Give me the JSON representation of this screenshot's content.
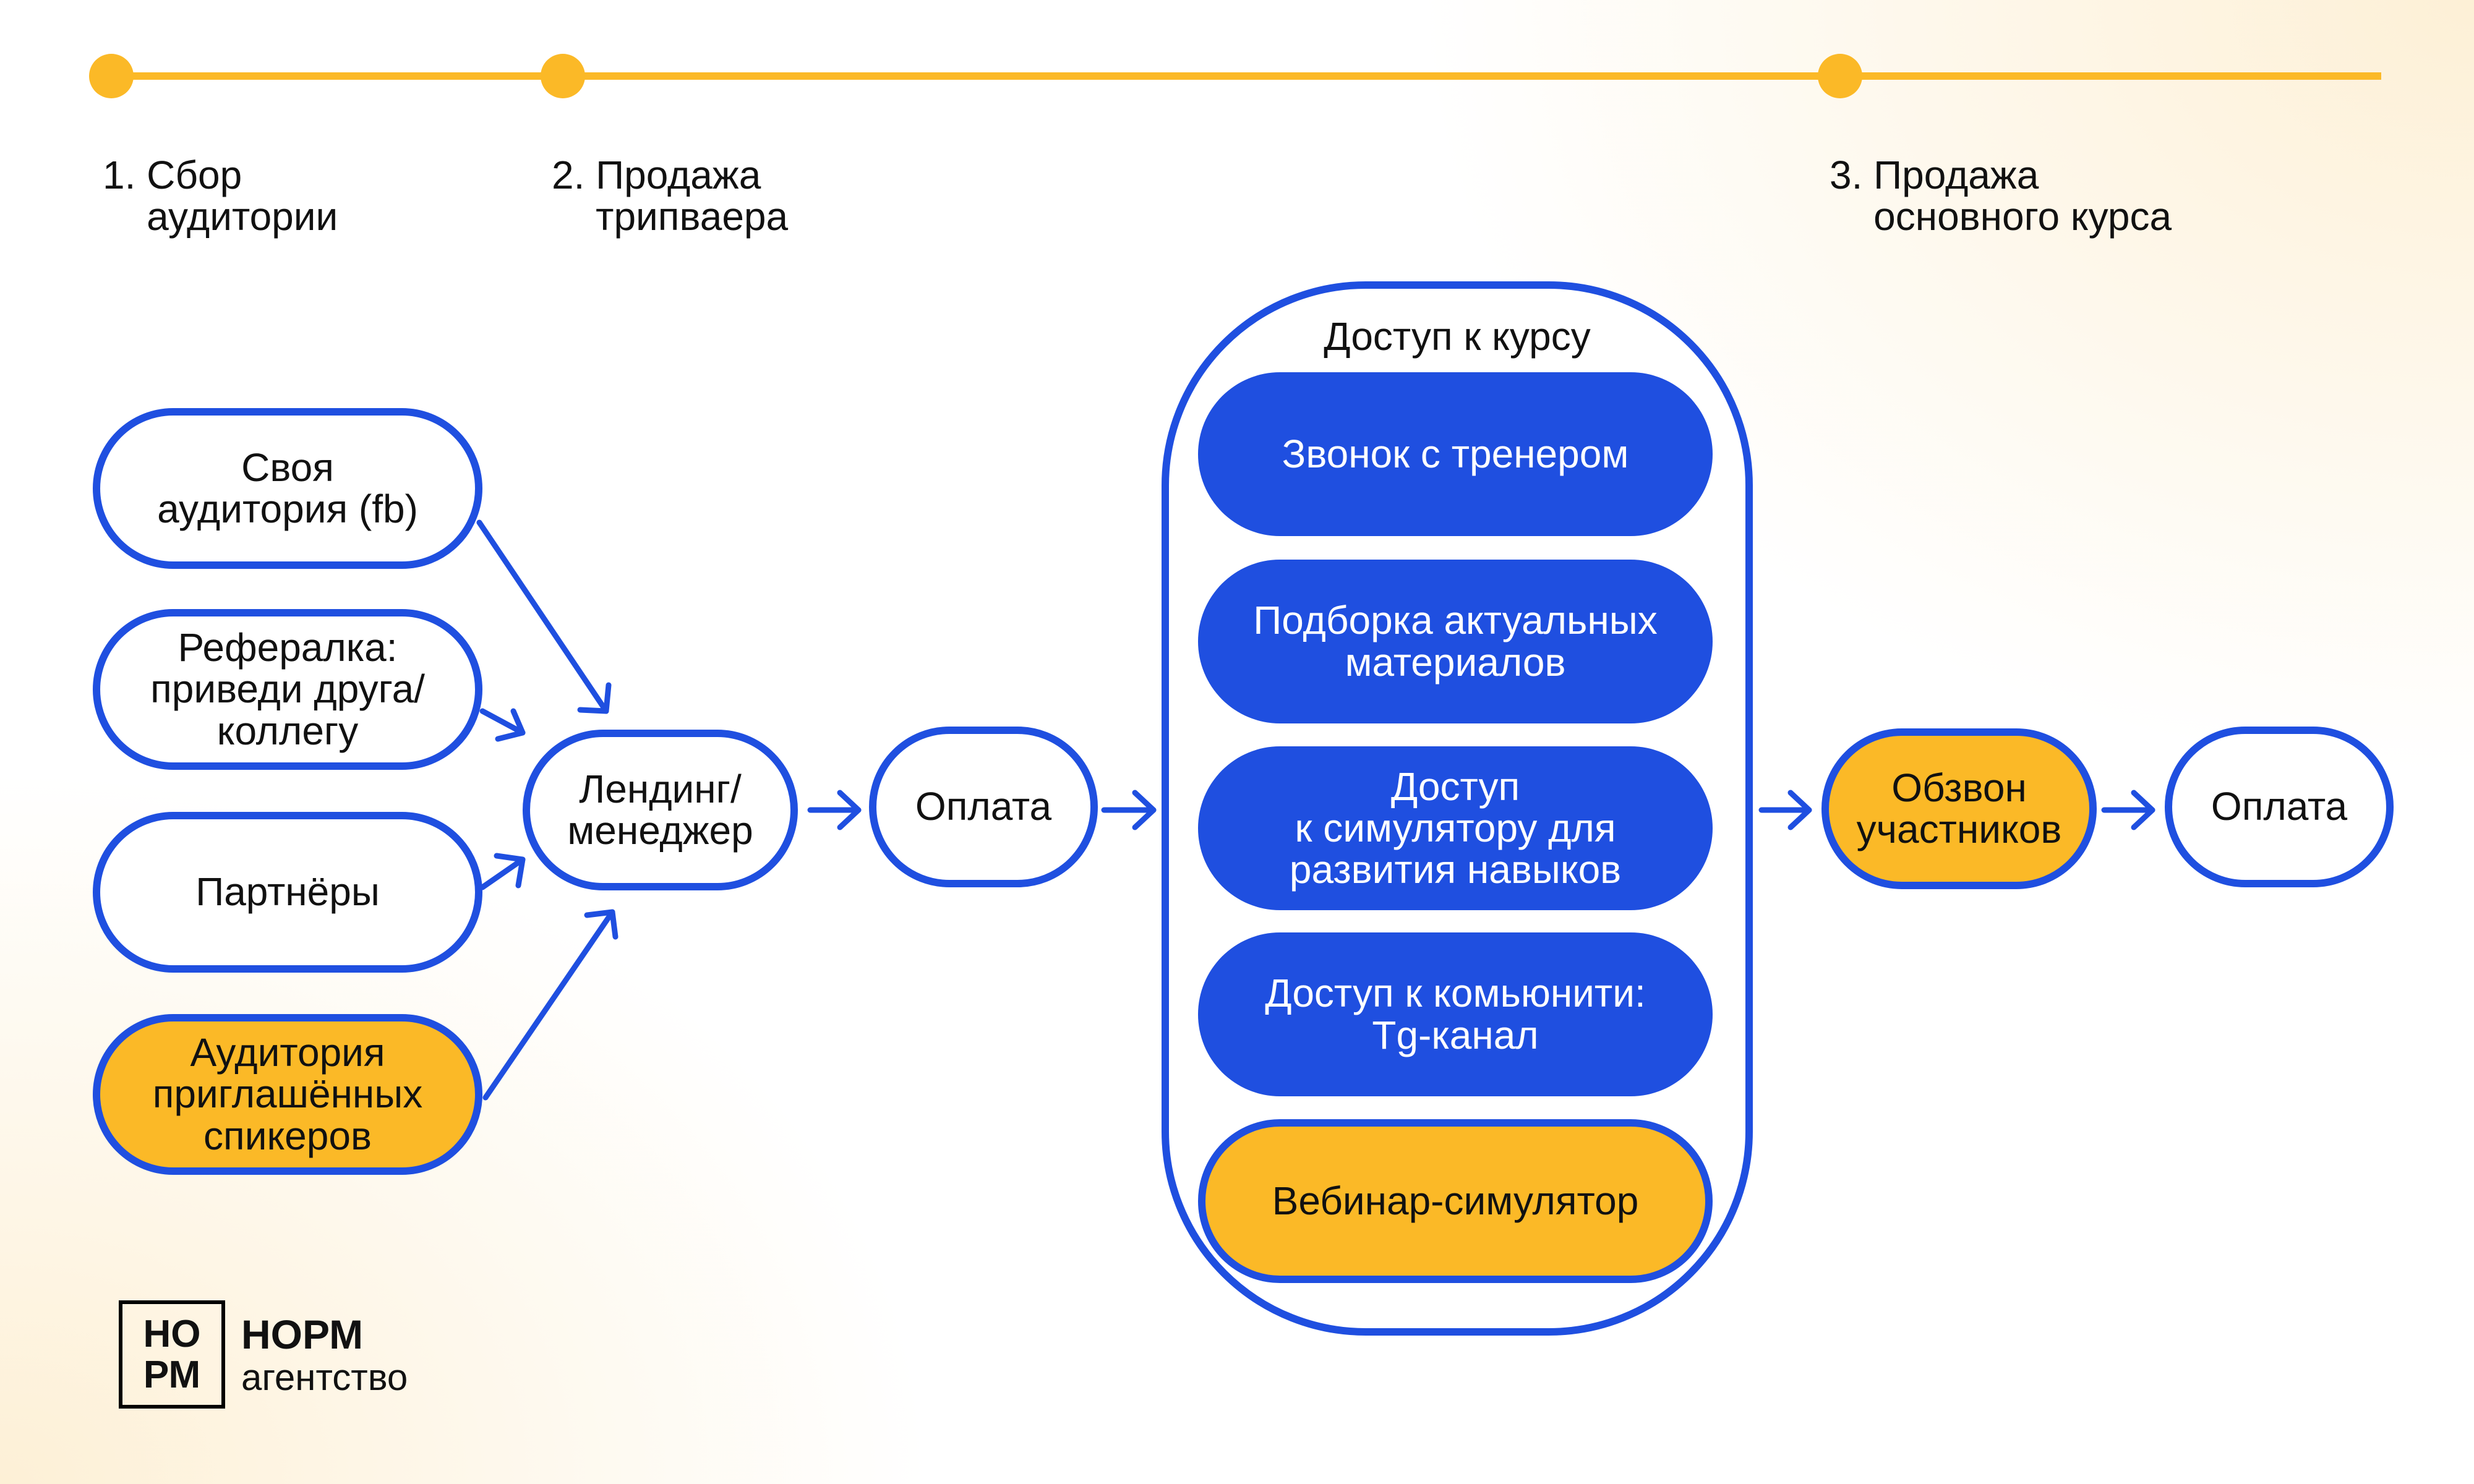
{
  "timeline": {
    "stages": [
      {
        "label": "1. Сбор\n    аудитории"
      },
      {
        "label": "2. Продажа\n    трипваера"
      },
      {
        "label": "3. Продажа\n    основного курса"
      }
    ]
  },
  "sources": [
    {
      "label": "Своя\nаудитория (fb)",
      "style": "white"
    },
    {
      "label": "Рефералка:\nприведи друга/\nколлегу",
      "style": "white"
    },
    {
      "label": "Партнёры",
      "style": "white"
    },
    {
      "label": "Аудитория\nприглашённых\nспикеров",
      "style": "yellow"
    }
  ],
  "landing": {
    "label": "Лендинг/\nменеджер"
  },
  "payment1": {
    "label": "Оплата"
  },
  "course": {
    "title": "Доступ к курсу",
    "items": [
      {
        "label": "Звонок с тренером",
        "style": "blue"
      },
      {
        "label": "Подборка актуальных\nматериалов",
        "style": "blue"
      },
      {
        "label": "Доступ\nк симулятору для\nразвития навыков",
        "style": "blue"
      },
      {
        "label": "Доступ к комьюнити:\nTg-канал",
        "style": "blue"
      },
      {
        "label": "Вебинар-симулятор",
        "style": "yellow"
      }
    ]
  },
  "call": {
    "label": "Обзвон\nучастников"
  },
  "payment2": {
    "label": "Оплата"
  },
  "logo": {
    "mark_top": "НО",
    "mark_bottom": "РМ",
    "name": "НОРМ",
    "sub": "агентство"
  },
  "colors": {
    "blue": "#1f4fe0",
    "yellow": "#fbb927",
    "timeline": "#fbb927"
  }
}
